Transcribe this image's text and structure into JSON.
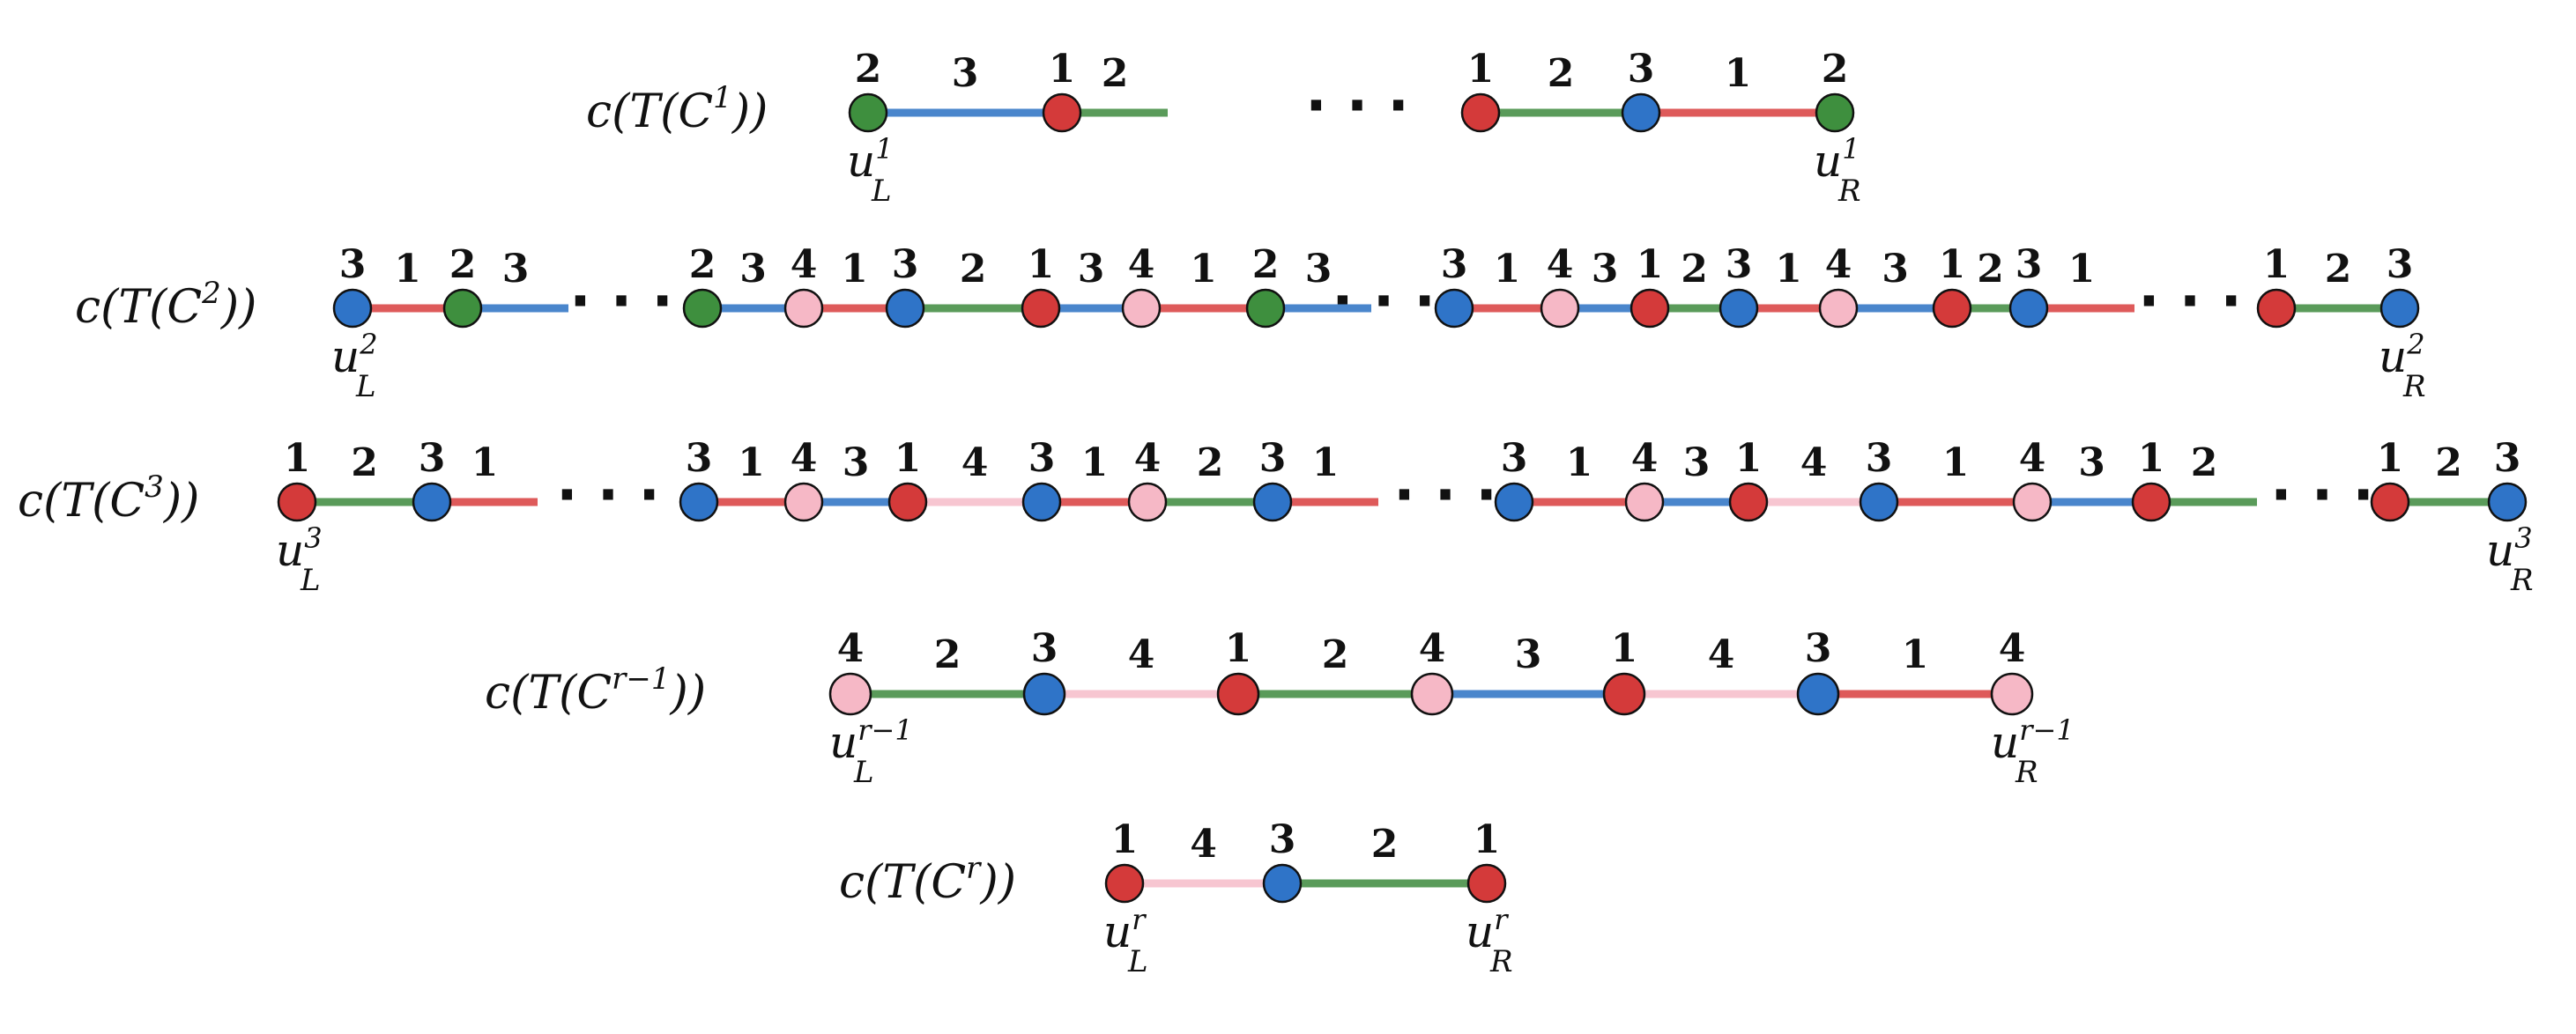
{
  "palette": {
    "1": "#d43a3a",
    "2": "#3e8f3e",
    "3": "#2f74c8",
    "4": "#f6b8c6",
    "edge1": "#de5a5a",
    "edge2": "#5a9b5a",
    "edge3": "#4a86cc",
    "edge4": "#f7c6d1"
  },
  "rows": [
    {
      "label": "c(T(C¹))",
      "labelParts": [
        "c(T(C",
        "1",
        "))"
      ],
      "segments": [
        {
          "nodes": [
            2,
            1
          ],
          "edges": [
            3,
            2
          ],
          "tail": true
        },
        {
          "nodes": [
            1,
            3,
            2
          ],
          "edges": [
            2,
            1
          ]
        }
      ],
      "endpointLabels": {
        "left": [
          "u",
          "L",
          "1"
        ],
        "right": [
          "u",
          "R",
          "1"
        ]
      }
    },
    {
      "label": "c(T(C²))",
      "labelParts": [
        "c(T(C",
        "2",
        "))"
      ],
      "segments": [
        {
          "nodes": [
            3,
            2
          ],
          "edges": [
            1,
            3
          ],
          "tail": true
        },
        {
          "nodes": [
            2,
            4,
            3,
            1,
            4,
            2
          ],
          "edges": [
            3,
            1,
            2,
            3,
            1,
            3
          ],
          "tail": true
        },
        {
          "nodes": [
            3,
            4,
            1,
            3,
            4,
            1,
            3
          ],
          "edges": [
            1,
            3,
            2,
            1,
            3,
            2,
            1
          ],
          "tail": true
        },
        {
          "nodes": [
            1,
            3
          ],
          "edges": [
            2
          ],
          "lead": true
        }
      ],
      "endpointLabels": {
        "left": [
          "u",
          "L",
          "2"
        ],
        "right": [
          "u",
          "R",
          "2"
        ]
      }
    },
    {
      "label": "c(T(C³))",
      "labelParts": [
        "c(T(C",
        "3",
        "))"
      ],
      "segments": [
        {
          "nodes": [
            1,
            3
          ],
          "edges": [
            2,
            1
          ],
          "tail": true
        },
        {
          "nodes": [
            3,
            4,
            1,
            3,
            4,
            3
          ],
          "edges": [
            1,
            3,
            4,
            1,
            2,
            1
          ],
          "tail": true
        },
        {
          "nodes": [
            3,
            4,
            1,
            3,
            4,
            1
          ],
          "edges": [
            1,
            3,
            4,
            1,
            3,
            2
          ],
          "tail": true
        },
        {
          "nodes": [
            1,
            3
          ],
          "edges": [
            2
          ]
        }
      ],
      "endpointLabels": {
        "left": [
          "u",
          "L",
          "3"
        ],
        "right": [
          "u",
          "R",
          "3"
        ]
      }
    },
    {
      "label": "c(T(C^{r−1}))",
      "labelParts": [
        "c(T(C",
        "r−1",
        "))"
      ],
      "segments": [
        {
          "nodes": [
            4,
            3,
            1,
            4,
            1,
            3,
            4
          ],
          "edges": [
            2,
            4,
            2,
            3,
            4,
            1
          ]
        }
      ],
      "endpointLabels": {
        "left": [
          "u",
          "L",
          "r−1"
        ],
        "right": [
          "u",
          "R",
          "r−1"
        ]
      }
    },
    {
      "label": "c(T(C^r))",
      "labelParts": [
        "c(T(C",
        "r",
        "))"
      ],
      "segments": [
        {
          "nodes": [
            1,
            3,
            1
          ],
          "edges": [
            4,
            2
          ]
        }
      ],
      "endpointLabels": {
        "left": [
          "u",
          "L",
          "r"
        ],
        "right": [
          "u",
          "R",
          "r"
        ]
      }
    }
  ],
  "ellipsis": "· · ·"
}
